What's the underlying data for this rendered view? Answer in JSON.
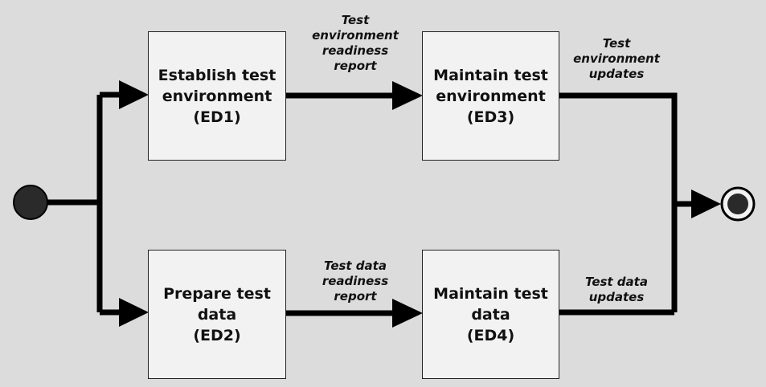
{
  "nodes": {
    "ed1": {
      "lines": [
        "Establish test",
        "environment",
        "(ED1)"
      ]
    },
    "ed2": {
      "lines": [
        "Prepare test",
        "data",
        "(ED2)"
      ]
    },
    "ed3": {
      "lines": [
        "Maintain test",
        "environment",
        "(ED3)"
      ]
    },
    "ed4": {
      "lines": [
        "Maintain test",
        "data",
        "(ED4)"
      ]
    }
  },
  "flows": {
    "ed1_to_ed3": {
      "lines": [
        "Test",
        "environment",
        "readiness",
        "report"
      ]
    },
    "ed2_to_ed4": {
      "lines": [
        "Test data",
        "readiness",
        "report"
      ]
    },
    "ed3_out": {
      "lines": [
        "Test",
        "environment",
        "updates"
      ]
    },
    "ed4_out": {
      "lines": [
        "Test data",
        "updates"
      ]
    }
  },
  "colors": {
    "background": "#dcdcdc",
    "box_fill": "#f2f2f2",
    "line": "#111111",
    "start_node": "#2a2a2a"
  }
}
